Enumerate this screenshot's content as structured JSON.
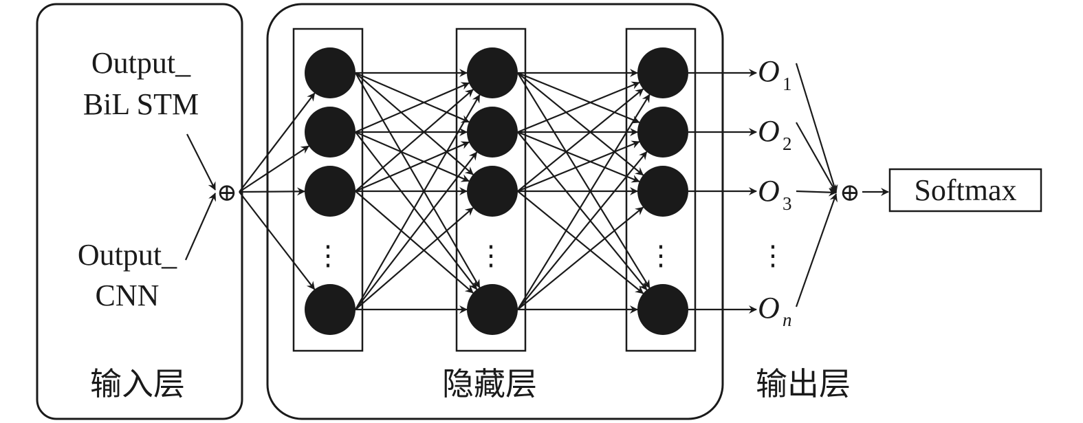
{
  "input_layer": {
    "label": "输入层",
    "input_1_line1": "Output_",
    "input_1_line2": "BiL STM",
    "input_2_line1": "Output_",
    "input_2_line2": "CNN"
  },
  "hidden_layer": {
    "label": "隐藏层",
    "columns": 3,
    "visible_nodes_per_column": 4,
    "ellipsis": "⋮"
  },
  "output_layer": {
    "label": "输出层",
    "outputs": [
      {
        "base": "O",
        "sub": "1"
      },
      {
        "base": "O",
        "sub": "2"
      },
      {
        "base": "O",
        "sub": "3"
      },
      {
        "base": "O",
        "sub": "n"
      }
    ],
    "ellipsis": "⋮"
  },
  "concat_symbol": "⊕",
  "softmax_label": "Softmax"
}
